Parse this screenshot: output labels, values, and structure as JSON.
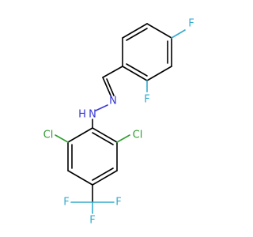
{
  "molecule": {
    "atoms": [
      {
        "id": "f_top",
        "label": "F",
        "color": "#33aacc"
      },
      {
        "id": "f_right",
        "label": "F",
        "color": "#33aacc"
      },
      {
        "id": "n_imine",
        "label": "N",
        "color": "#3535d6"
      },
      {
        "id": "n_amine",
        "label": "N",
        "color": "#3535d6"
      },
      {
        "id": "h_amine",
        "label": "H",
        "color": "#3535d6"
      },
      {
        "id": "cl_left",
        "label": "Cl",
        "color": "#2e9e2e"
      },
      {
        "id": "cl_right",
        "label": "Cl",
        "color": "#2e9e2e"
      },
      {
        "id": "f_cf3_left",
        "label": "F",
        "color": "#33aacc"
      },
      {
        "id": "f_cf3_right",
        "label": "F",
        "color": "#33aacc"
      },
      {
        "id": "f_cf3_bottom",
        "label": "F",
        "color": "#33aacc"
      }
    ]
  }
}
